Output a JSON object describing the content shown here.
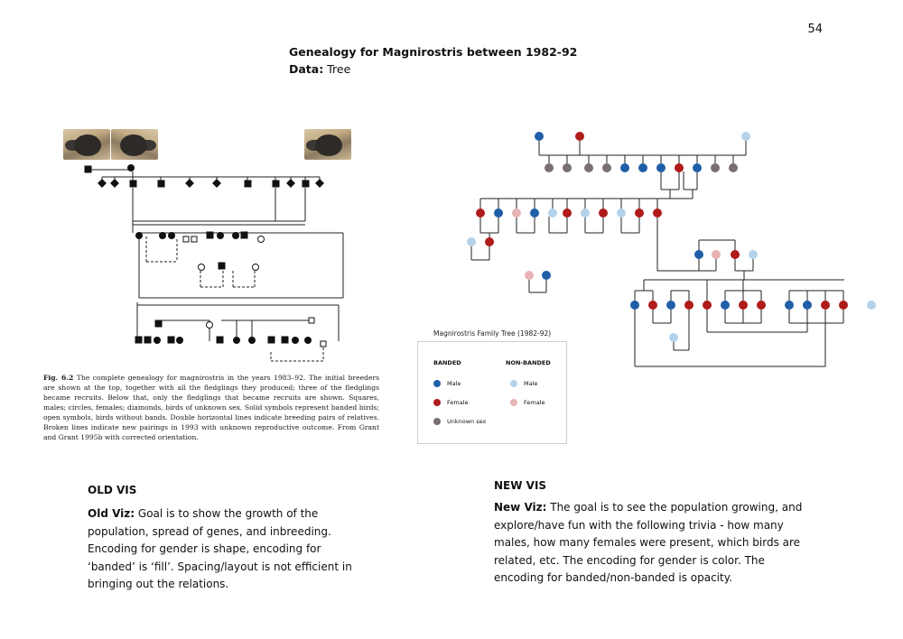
{
  "page_number": "54",
  "heading": {
    "title": "Genealogy for Magnirostris between 1982-92",
    "data_label": "Data:",
    "data_value": "Tree"
  },
  "old_figure": {
    "caption_label": "Fig. 6.2",
    "caption_text": "The complete genealogy for magnirostris in the years 1983–92. The initial breeders are shown at the top, together with all the fledglings they produced; three of the fledglings became recruits. Below that, only the fledglings that became recruits are shown. Squares, males; circles, females; diamonds, birds of unknown sex. Solid symbols represent banded birds; open symbols, birds without bands. Double horizontal lines indicate breeding pairs of relatives. Broken lines indicate new pairings in 1993 with unknown reproductive outcome. From Grant and Grant 1995b with corrected orientation."
  },
  "new_figure": {
    "legend_title": "Magnirostris Family Tree (1982-92)",
    "banded_label": "BANDED",
    "nonbanded_label": "NON-BANDED",
    "male_label": "Male",
    "female_label": "Female",
    "unknown_label": "Unknown sex",
    "nb_male_label": "Male",
    "nb_female_label": "Female",
    "colors": {
      "male": "#1f5fa8",
      "female": "#b01b1b",
      "unknown": "#7a6f6f",
      "nb_male": "#b4d3ea",
      "nb_female": "#e8b3b3"
    }
  },
  "old_vis": {
    "heading": "OLD VIS",
    "label": "Old Viz:",
    "text": "Goal is to show the growth of the population, spread of genes, and inbreeding. Encoding for gender is shape, encoding for ‘banded’ is ‘fill’. Spacing/layout is not efficient in bringing out the relations."
  },
  "new_vis": {
    "heading": "NEW VIS",
    "label": "New Viz:",
    "text": "The goal is to see the population growing, and explore/have fun with the following trivia - how many males, how many females were present, which birds are related, etc. The encoding for gender is color. The encoding for banded/non-banded is opacity."
  }
}
